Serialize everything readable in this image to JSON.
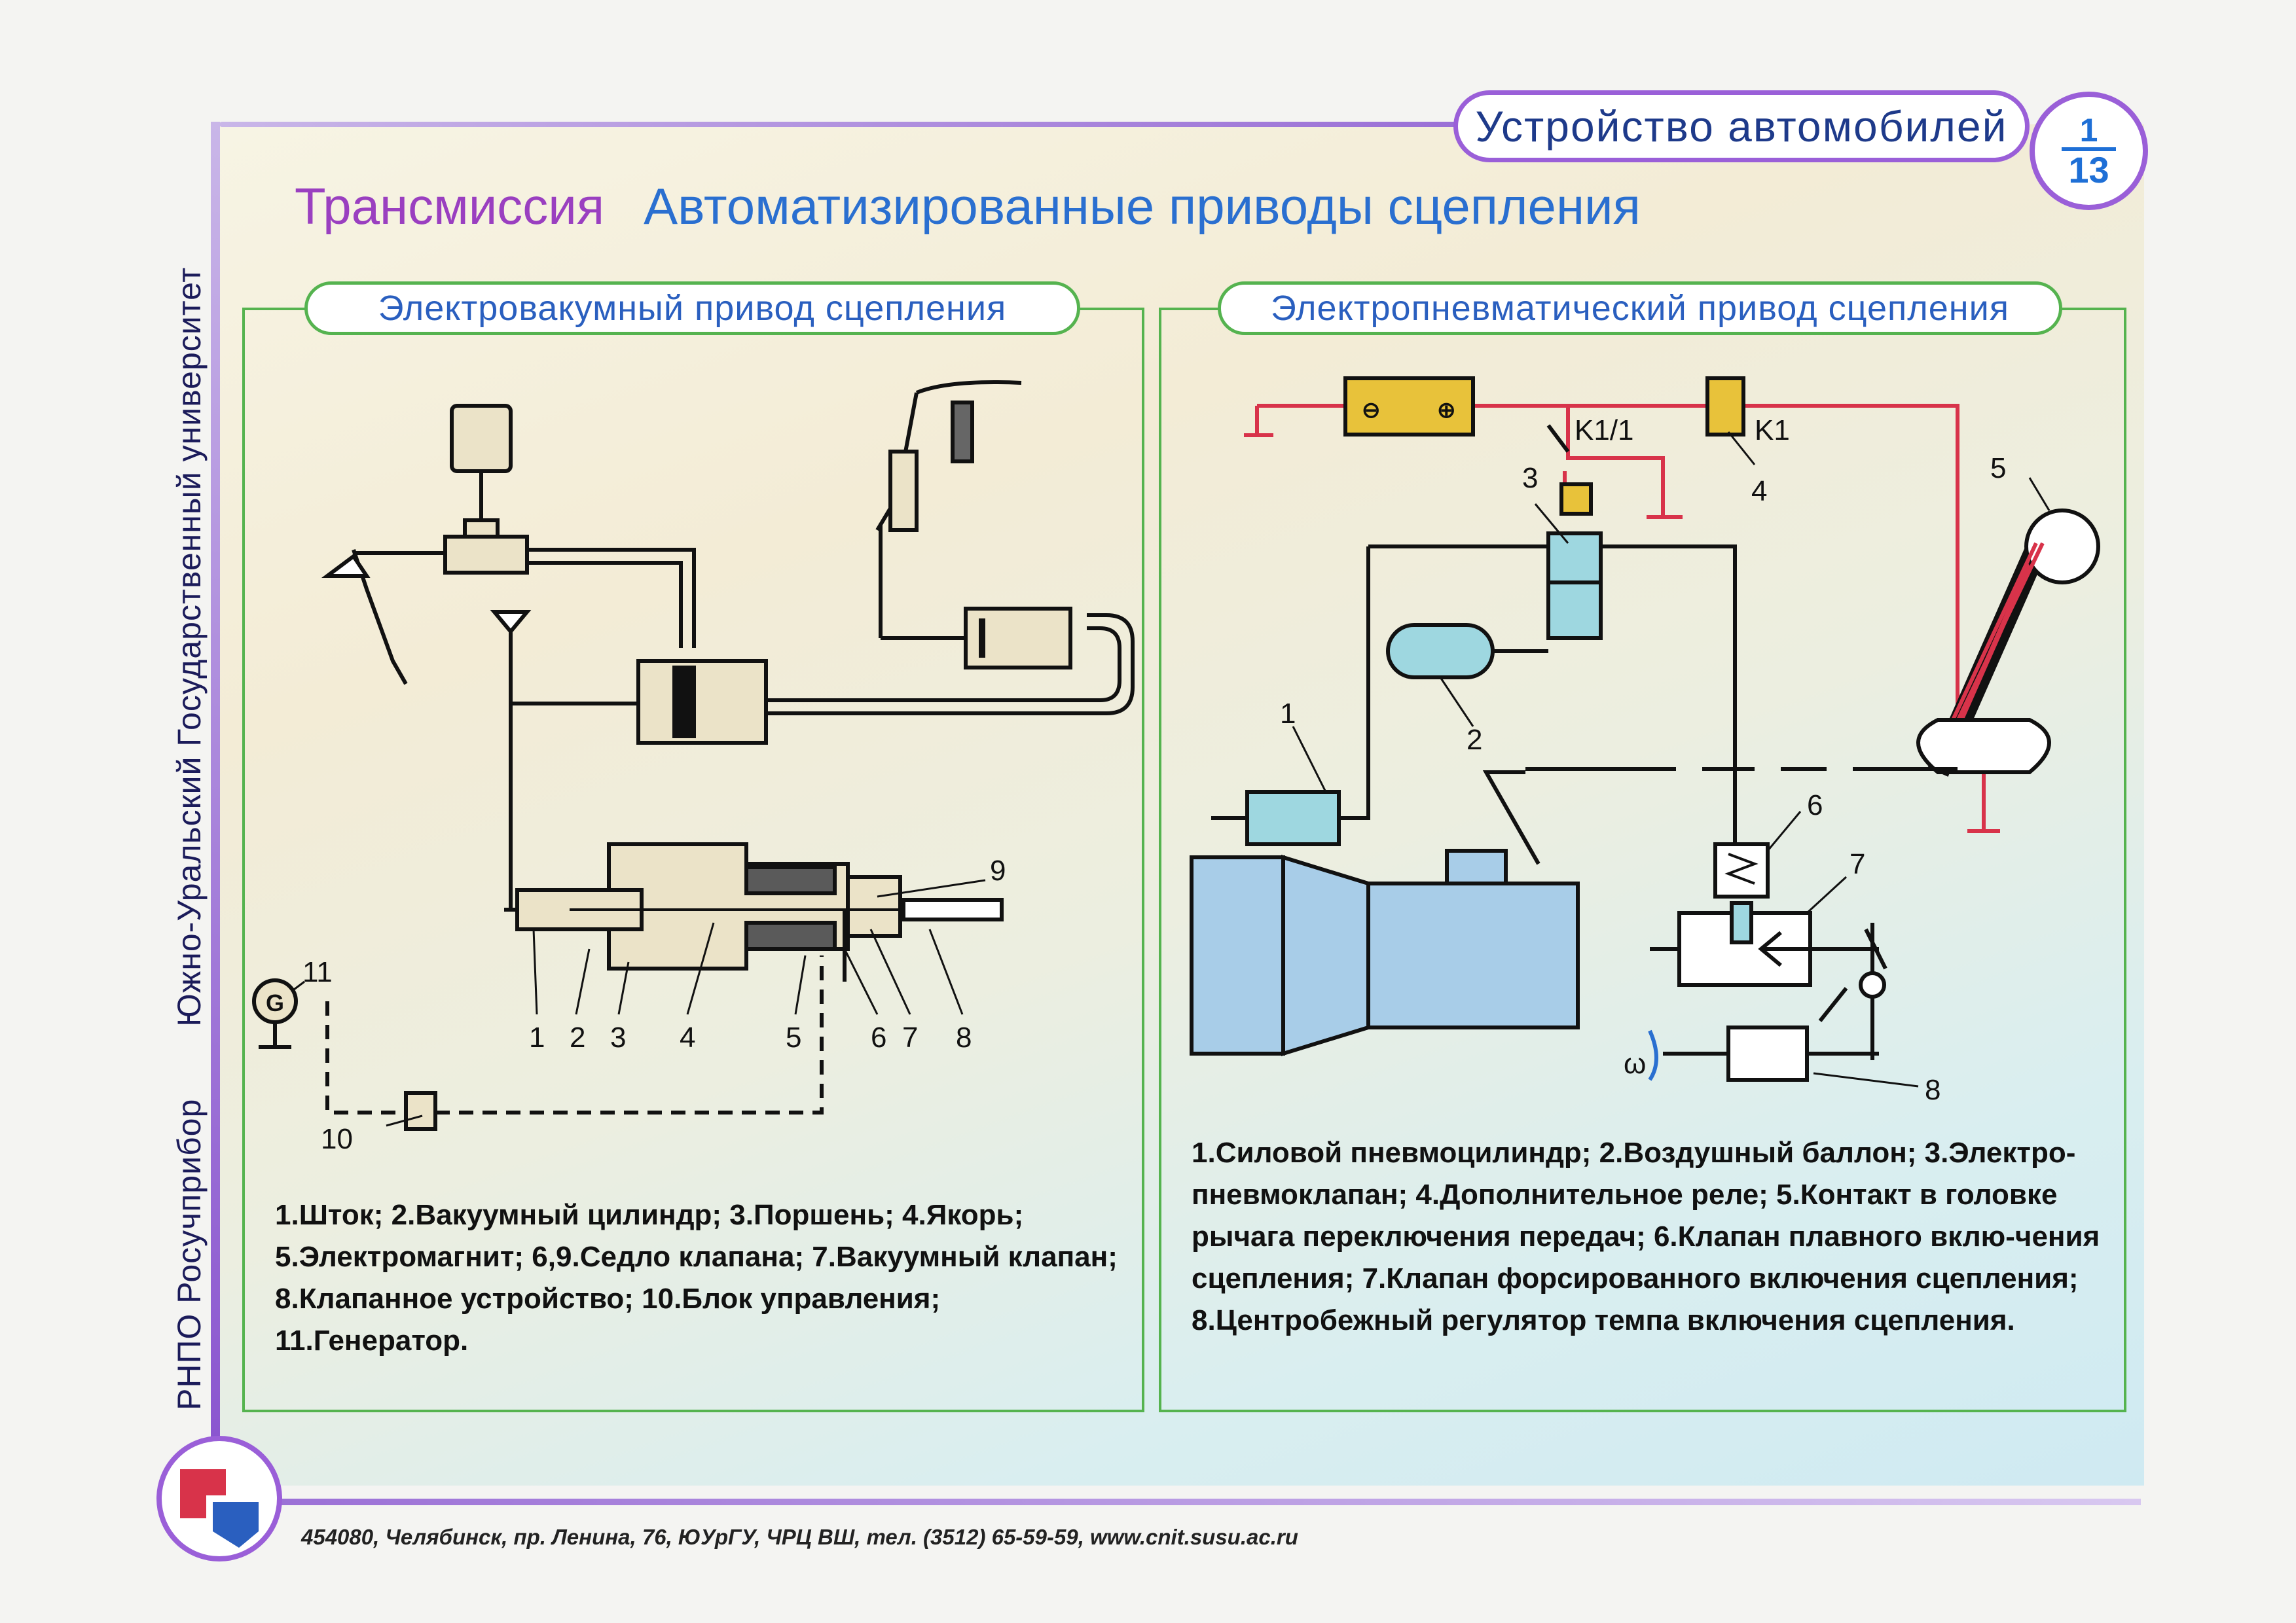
{
  "header": {
    "course_title": "Устройство автомобилей",
    "page_number": "1",
    "page_total": "13"
  },
  "heading": {
    "section": "Трансмиссия",
    "topic": "Автоматизированные приводы сцепления"
  },
  "side": {
    "publisher": "РНПО Росучприбор",
    "university": "Южно-Уральский Государственный университет"
  },
  "left_panel": {
    "title": "Электровакумный привод сцепления",
    "callouts": [
      "1",
      "2",
      "3",
      "4",
      "5",
      "6",
      "7",
      "8",
      "9",
      "10",
      "11"
    ],
    "generator_symbol": "G",
    "legend": "1.Шток; 2.Вакуумный цилиндр; 3.Поршень; 4.Якорь; 5.Электромагнит; 6,9.Седло клапана; 7.Вакуумный клапан; 8.Клапанное устройство; 10.Блок управления; 11.Генератор."
  },
  "right_panel": {
    "title": "Электропневматический привод сцепления",
    "callouts": [
      "1",
      "2",
      "3",
      "4",
      "5",
      "6",
      "7",
      "8"
    ],
    "relay_labels": [
      "K1/1",
      "K1"
    ],
    "omega": "ω",
    "legend": "1.Силовой пневмоцилиндр; 2.Воздушный баллон; 3.Электро-пневмоклапан; 4.Дополнительное реле; 5.Контакт в головке рычага переключения передач; 6.Клапан плавного вклю-чения сцепления; 7.Клапан форсированного включения сцепления; 8.Центробежный регулятор темпа включения сцепления."
  },
  "footer": {
    "address": "454080, Челябинск, пр. Ленина, 76, ЮУрГУ, ЧРЦ ВШ, тел. (3512) 65-59-59, www.cnit.susu.ac.ru"
  },
  "colors": {
    "frame": "#9a5fd8",
    "panel_border": "#55b34f",
    "section_heading": "#9a3fc0",
    "topic_heading": "#2a6fd0",
    "electric_wire": "#d8334a",
    "battery": "#e8c23a",
    "pneumatic": "#9ed7e0",
    "gearbox": "#a8cde8",
    "vacuum_body": "#ebe3c8"
  }
}
